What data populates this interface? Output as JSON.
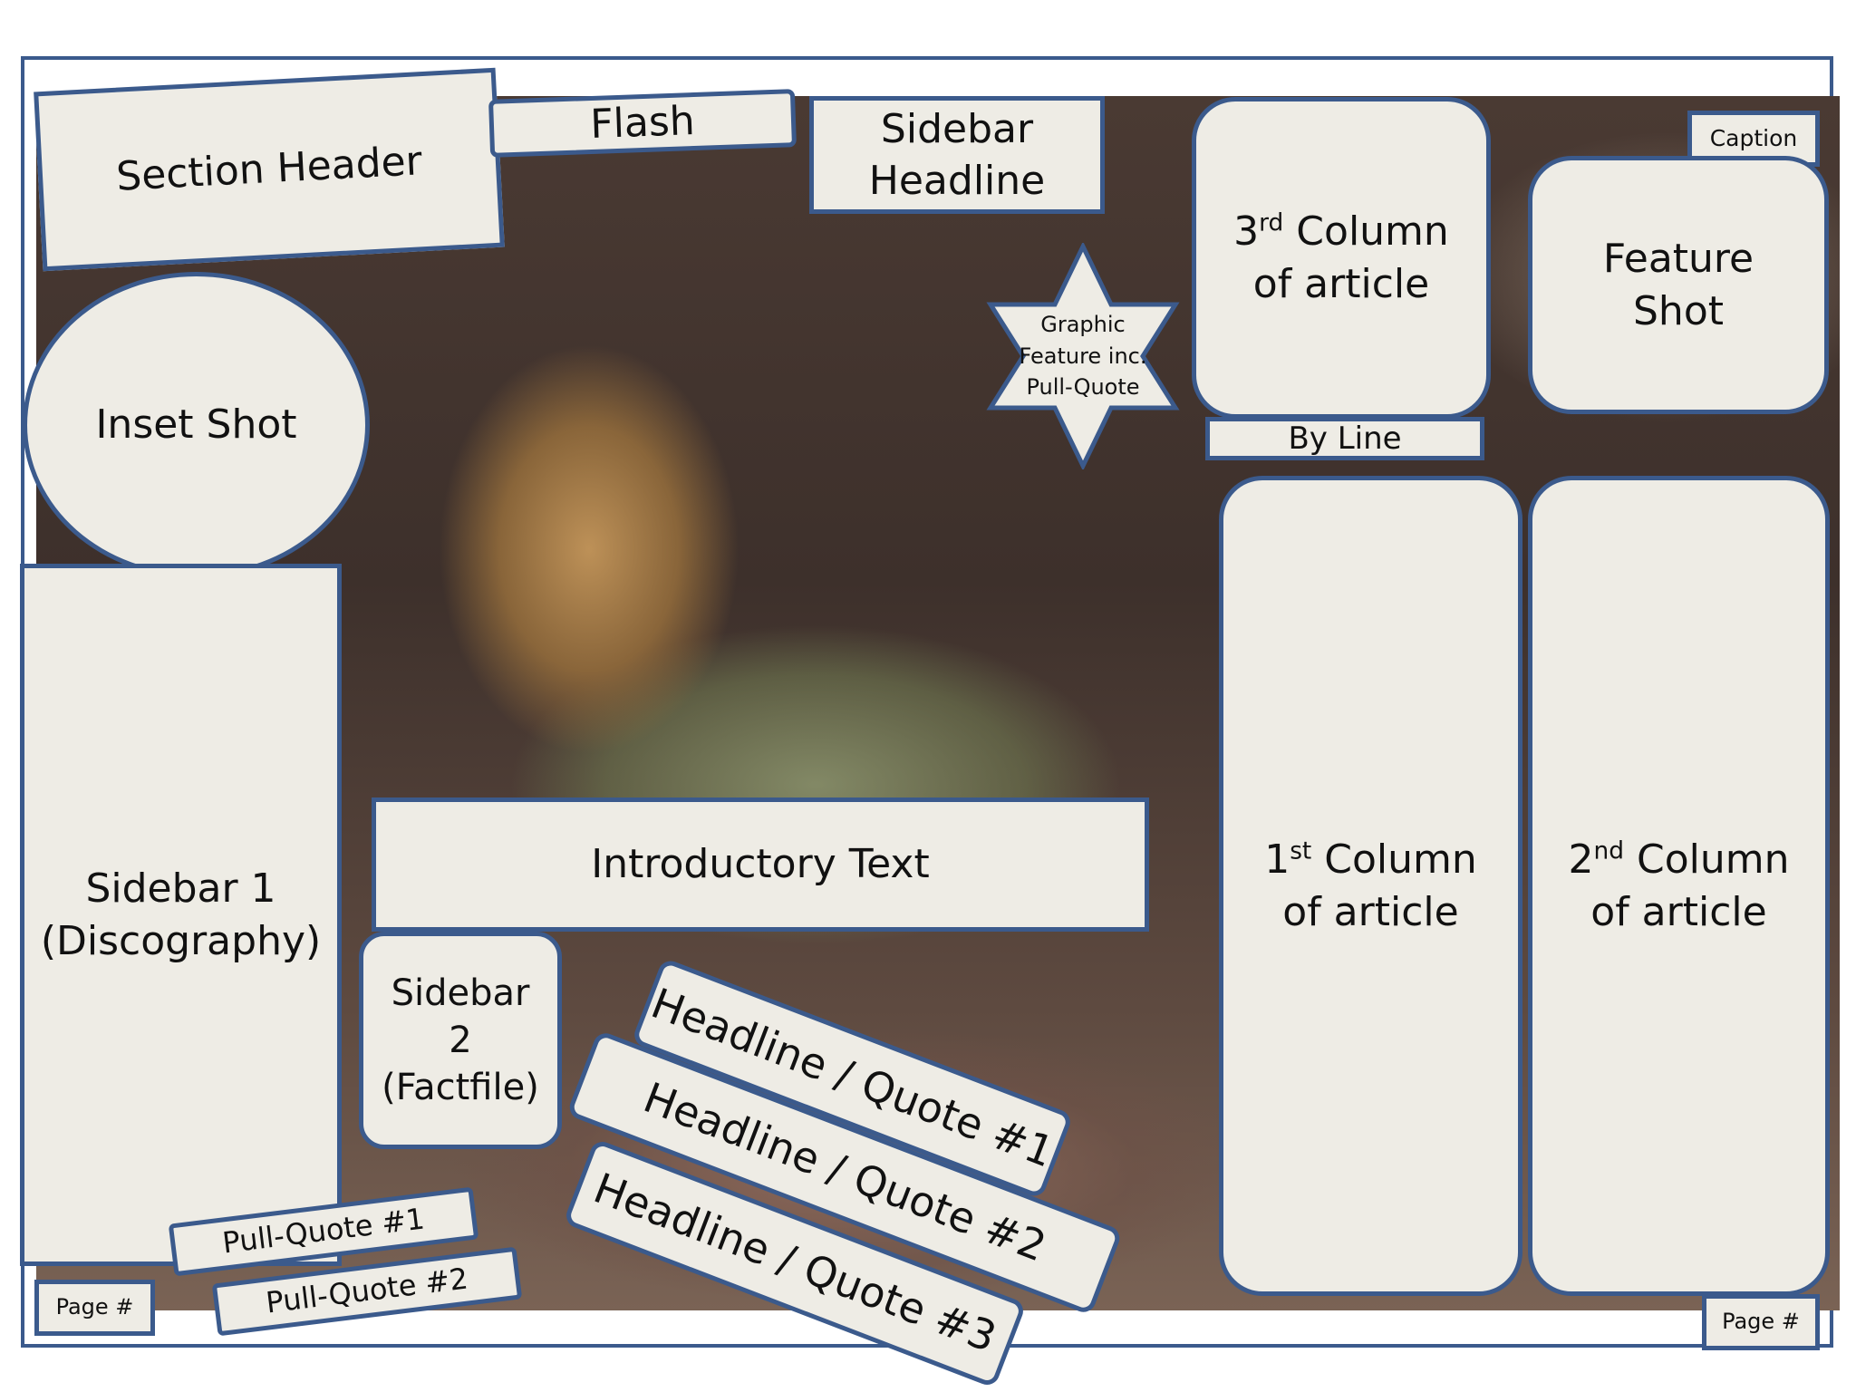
{
  "colors": {
    "border": "#3b5a8c",
    "box_fill": "#eeece5"
  },
  "boxes": {
    "section_header": "Section Header",
    "flash": "Flash",
    "sidebar_headline": "Sidebar\nHeadline",
    "col3_num": "3",
    "col3_sup": "rd",
    "col3_rest": " Column\nof article",
    "caption": "Caption",
    "feature_shot": "Feature\nShot",
    "inset_shot": "Inset Shot",
    "graphic_feature": "Graphic\nFeature inc.\nPull-Quote",
    "by_line": "By Line",
    "col1_num": "1",
    "col1_sup": "st",
    "col1_rest": " Column\nof article",
    "col2_num": "2",
    "col2_sup": "nd",
    "col2_rest": " Column\nof article",
    "sidebar1": "Sidebar 1\n(Discography)",
    "intro_text": "Introductory Text",
    "sidebar2": "Sidebar\n2\n(Factfile)",
    "headline_quote_1": "Headline / Quote #1",
    "headline_quote_2": "Headline / Quote #2",
    "headline_quote_3": "Headline / Quote #3",
    "pull_quote_1": "Pull-Quote #1",
    "pull_quote_2": "Pull-Quote #2",
    "page_num_left": "Page #",
    "page_num_right": "Page #"
  }
}
